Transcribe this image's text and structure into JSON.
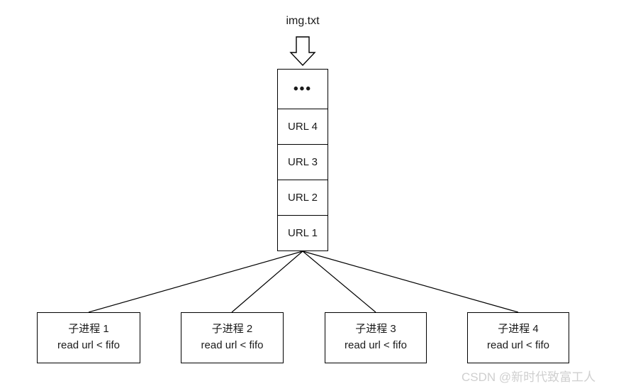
{
  "diagram": {
    "source_label": "img.txt",
    "arrow_icon": "down-arrow-icon",
    "fifo": {
      "cells": [
        {
          "label": "•••",
          "kind": "ellipsis"
        },
        {
          "label": "URL 4",
          "kind": "url"
        },
        {
          "label": "URL 3",
          "kind": "url"
        },
        {
          "label": "URL 2",
          "kind": "url"
        },
        {
          "label": "URL 1",
          "kind": "url"
        }
      ]
    },
    "processes": [
      {
        "title": "子进程 1",
        "command": "read url < fifo"
      },
      {
        "title": "子进程 2",
        "command": "read url < fifo"
      },
      {
        "title": "子进程 3",
        "command": "read url < fifo"
      },
      {
        "title": "子进程  4",
        "command": "read url < fifo"
      }
    ],
    "watermark": "CSDN @新时代致富工人",
    "colors": {
      "stroke": "#000000",
      "text": "#1a1a1a",
      "background": "#ffffff",
      "watermark": "#cfcfcf"
    }
  }
}
